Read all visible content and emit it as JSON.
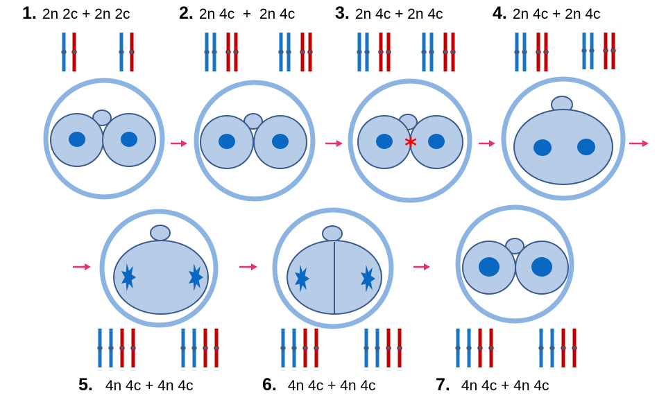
{
  "colors": {
    "cell_ring": "#8cb4e2",
    "nucleus_fill": "#b7cce6",
    "nucleus_outline": "#3a5a8e",
    "nucleolus": "#0a68c2",
    "arrow": "#e8316a",
    "chrom_blue": "#1a74c4",
    "chrom_red": "#c00000",
    "centromere": "#4a5a72",
    "fusion_star": "#ff0000"
  },
  "stages": [
    {
      "number": "1.",
      "formula": "2n 2c + 2n 2c"
    },
    {
      "number": "2.",
      "formula": "2n 4c  +  2n 4c"
    },
    {
      "number": "3.",
      "formula": "2n 4c + 2n 4c"
    },
    {
      "number": "4.",
      "formula": "2n 4c + 2n 4c"
    },
    {
      "number": "5.",
      "formula": "4n 4c + 4n 4c"
    },
    {
      "number": "6.",
      "formula": "4n 4c + 4n 4c"
    },
    {
      "number": "7.",
      "formula": "4n 4c + 4n 4c"
    }
  ]
}
